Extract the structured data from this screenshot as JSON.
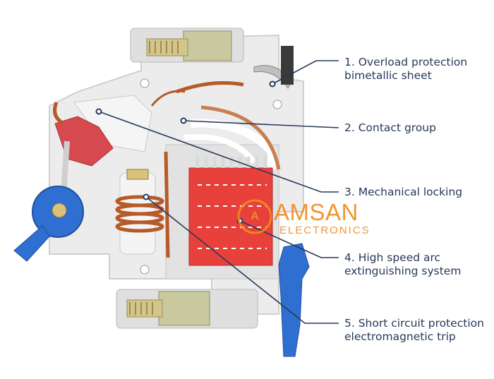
{
  "callouts": [
    {
      "id": "1",
      "lines": [
        "1. Overload protection",
        "bimetallic sheet"
      ]
    },
    {
      "id": "2",
      "lines": [
        "2. Contact group"
      ]
    },
    {
      "id": "3",
      "lines": [
        "3. Mechanical locking"
      ]
    },
    {
      "id": "4",
      "lines": [
        "4. High speed arc",
        "extinguishing system"
      ]
    },
    {
      "id": "5",
      "lines": [
        "5. Short circuit protection",
        "electromagnetic trip"
      ]
    }
  ],
  "watermark": {
    "name": "AMSAN",
    "sub": "ELECTRONICS",
    "mark": "A",
    "color": "#f08a1c"
  },
  "colors": {
    "leader": "#27395a",
    "housing": "#ececec",
    "arc_chute": "#e8413c",
    "handle": "#2f6fd1",
    "copper": "#b65a2a",
    "terminal": "#c9c9a0"
  }
}
